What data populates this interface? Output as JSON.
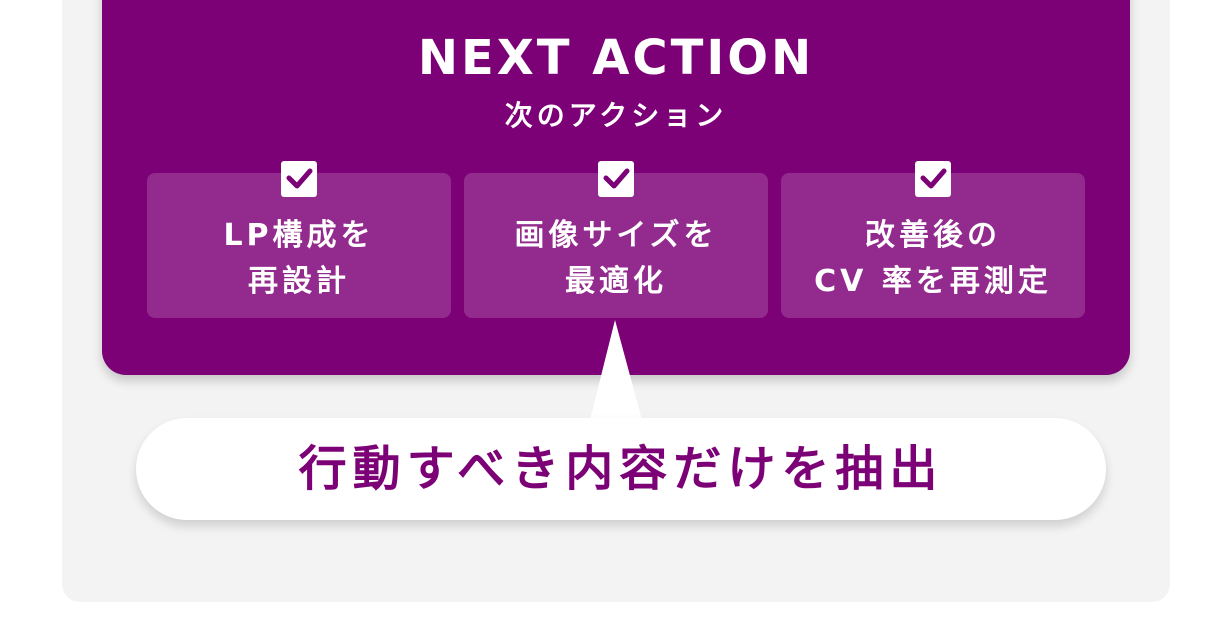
{
  "panel": {
    "title": "NEXT ACTION",
    "subtitle": "次のアクション",
    "accent_color": "#7c0076"
  },
  "actions": [
    {
      "icon": "checkbox-checked-icon",
      "line1": "LP構成を",
      "line2": "再設計"
    },
    {
      "icon": "checkbox-checked-icon",
      "line1": "画像サイズを",
      "line2": "最適化"
    },
    {
      "icon": "checkbox-checked-icon",
      "line1": "改善後の",
      "line2": "CV 率を再測定"
    }
  ],
  "callout": {
    "text": "行動すべき内容だけを抽出"
  }
}
